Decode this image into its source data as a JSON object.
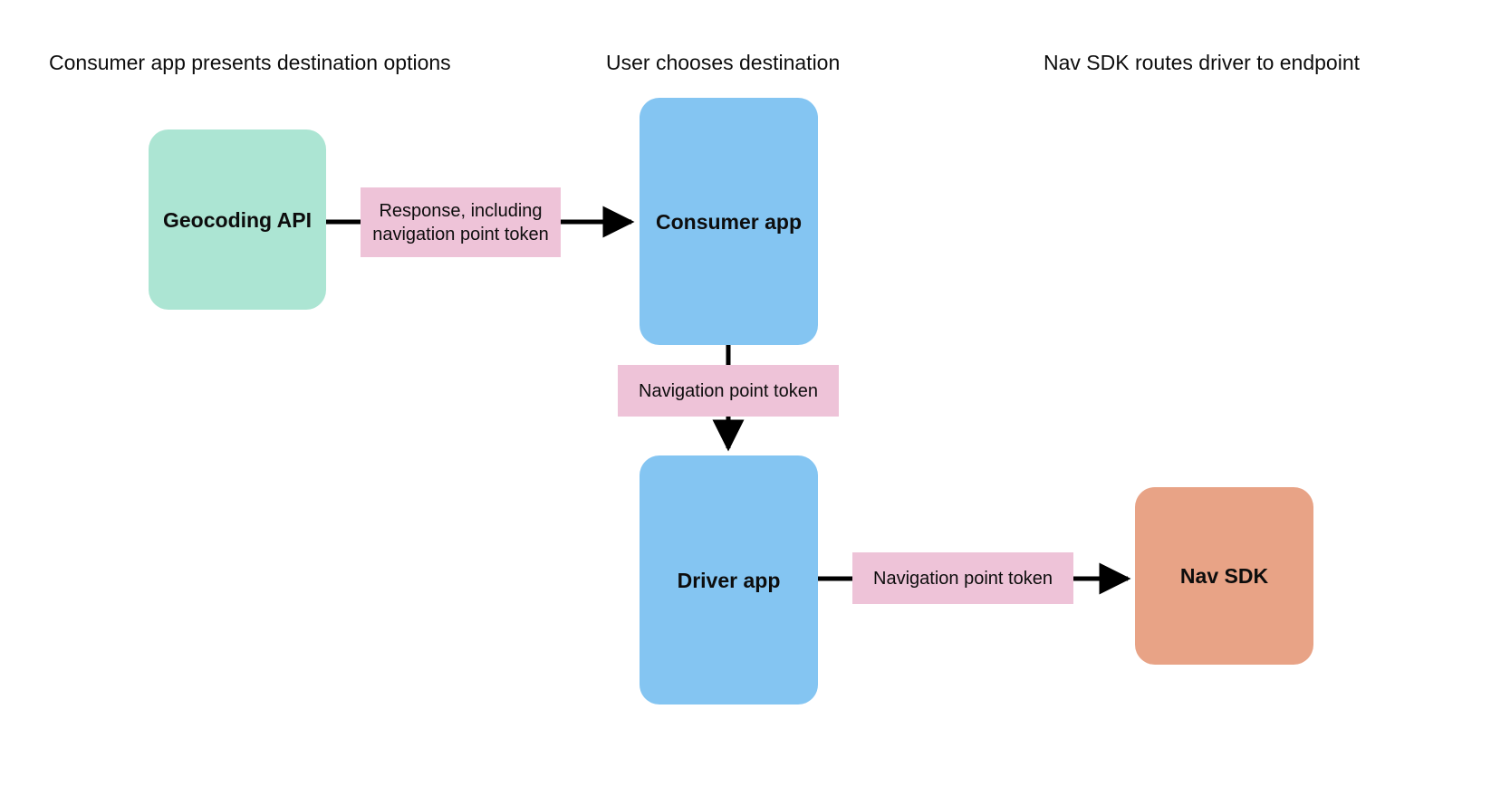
{
  "diagram": {
    "title_columns": [
      {
        "id": "consumer-app-presents",
        "label": "Consumer app presents destination options"
      },
      {
        "id": "user-chooses",
        "label": "User chooses destination"
      },
      {
        "id": "nav-sdk-routes",
        "label": "Nav SDK routes driver to endpoint"
      }
    ],
    "nodes": [
      {
        "id": "geocoding-api",
        "label": "Geocoding API",
        "color": "#ace5d3"
      },
      {
        "id": "consumer-app",
        "label": "Consumer app",
        "color": "#84c5f2"
      },
      {
        "id": "driver-app",
        "label": "Driver app",
        "color": "#84c5f2"
      },
      {
        "id": "nav-sdk",
        "label": "Nav SDK",
        "color": "#e8a386"
      }
    ],
    "edges": [
      {
        "id": "geocoding-to-consumer",
        "from": "geocoding-api",
        "to": "consumer-app",
        "direction": "right",
        "label": "Response, including navigation point token",
        "label_color": "#eec3d8"
      },
      {
        "id": "consumer-to-driver",
        "from": "consumer-app",
        "to": "driver-app",
        "direction": "down",
        "label": "Navigation point token",
        "label_color": "#eec3d8"
      },
      {
        "id": "driver-to-navsdk",
        "from": "driver-app",
        "to": "nav-sdk",
        "direction": "right",
        "label": "Navigation point token",
        "label_color": "#eec3d8"
      }
    ],
    "colors": {
      "background": "#ffffff",
      "text": "#0d0d0d",
      "connector": "#000000",
      "green": "#ace5d3",
      "blue": "#84c5f2",
      "orange": "#e8a386",
      "pink": "#eec3d8"
    }
  }
}
